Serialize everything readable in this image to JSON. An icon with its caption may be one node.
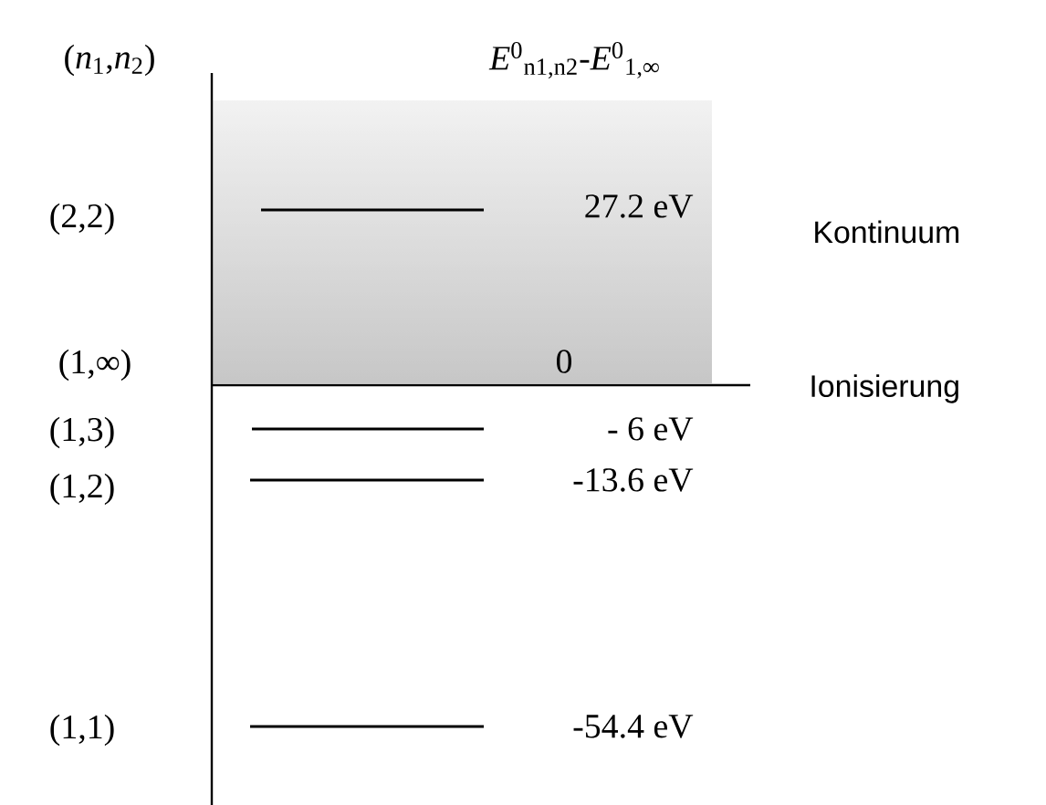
{
  "diagram": {
    "nodes": [
      {
        "text": [
          "27.2 eV",
          "0"
        ],
        "beside": [
          "Kontinuum"
        ]
      }
    ],
    "labels": [
      "(*n*$_{1}$,*n*$_{2}$)",
      "*E*$^{0}$$_{n1,n2}$-*E*$^{0}$$_{1,∞}$",
      "(2,2)",
      "(1,∞)",
      "Ionisierung",
      "(1,3)",
      "- 6 eV",
      "(1,2)",
      "-13.6 eV",
      "(1,1)",
      "-54.4 eV"
    ]
  }
}
